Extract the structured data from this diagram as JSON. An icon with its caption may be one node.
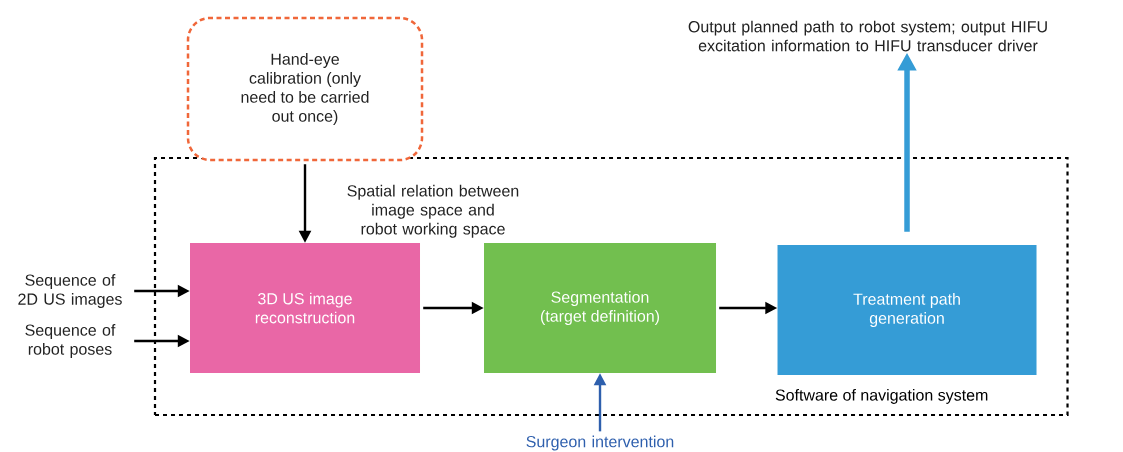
{
  "diagram": {
    "nodes": [
      {
        "text": [
          "Software of navigation system"
        ]
      },
      {
        "text": [
          "Hand-eye calibration (only need to be carried out once)"
        ]
      },
      {
        "text": [
          "3D US image reconstruction"
        ],
        "in": 0
      },
      {
        "text": [
          "Segmentation (target definition)"
        ],
        "in": 0
      },
      {
        "text": [
          "Treatment path generation"
        ],
        "in": 0
      },
      {
        "text": [
          "Sequence of 2D US images"
        ]
      },
      {
        "text": [
          "Sequence of robot poses"
        ]
      },
      {
        "text": [
          "Surgeon intervention"
        ]
      },
      {
        "text": [
          "Output planned path to robot system; output HIFU excitation information to HIFU transducer driver"
        ]
      }
    ],
    "edges": [
      {
        "from": 1,
        "to": 2,
        "arrow": "to",
        "label": "Spatial relation between image space and robot working space"
      },
      {
        "from": 5,
        "to": 2,
        "arrow": "to"
      },
      {
        "from": 6,
        "to": 2,
        "arrow": "to"
      },
      {
        "from": 2,
        "to": 3,
        "arrow": "to"
      },
      {
        "from": 3,
        "to": 4,
        "arrow": "to"
      },
      {
        "from": 7,
        "to": 3,
        "arrow": "to",
        "color": "#2e5fad"
      },
      {
        "from": 4,
        "to": 8,
        "arrow": "to",
        "style": "thick",
        "color": "#359cd6"
      }
    ]
  }
}
